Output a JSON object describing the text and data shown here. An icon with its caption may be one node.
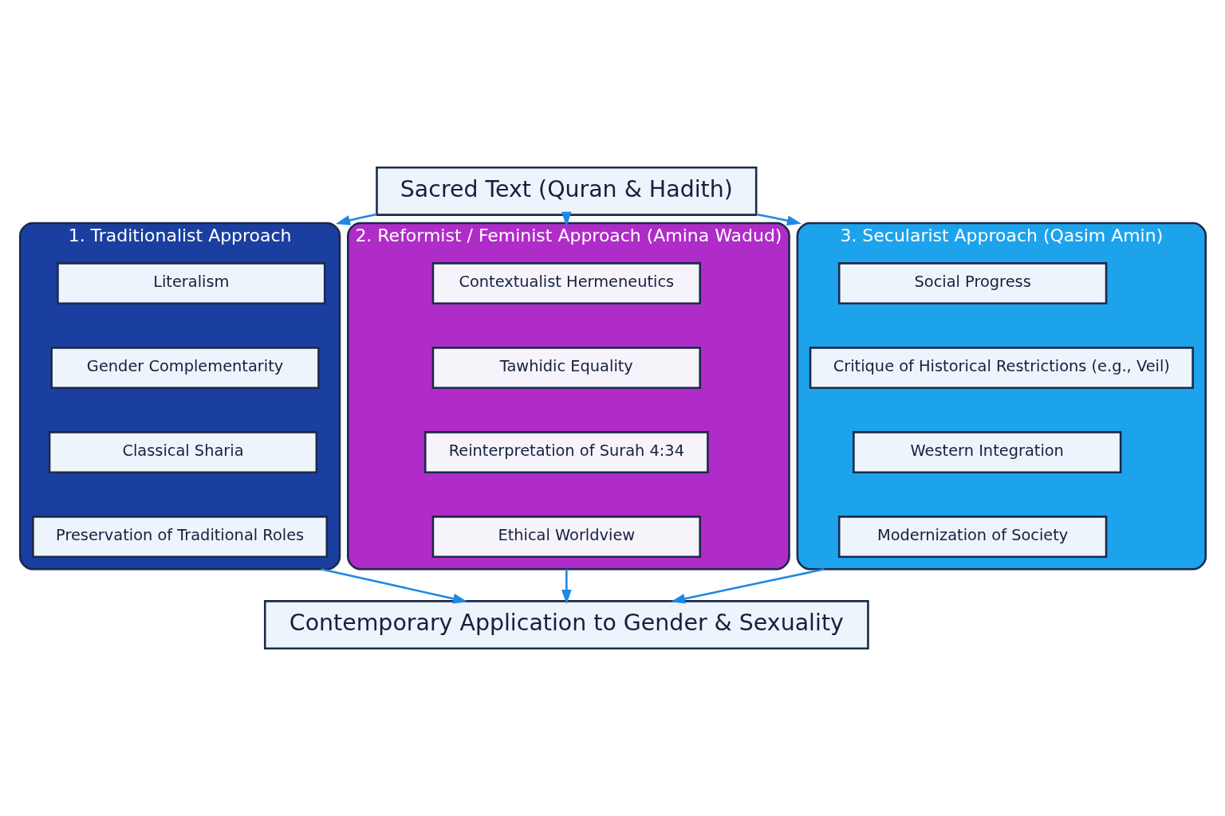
{
  "diagram": {
    "nodes": [
      {
        "text": [
          "Sacred Text (Quran & Hadith)"
        ]
      },
      {
        "text": [
          "1. Traditionalist Approach"
        ]
      },
      {
        "text": [
          "Literalism"
        ],
        "in": 1
      },
      {
        "text": [
          "Gender Complementarity"
        ],
        "in": 1
      },
      {
        "text": [
          "Classical Sharia"
        ],
        "in": 1
      },
      {
        "text": [
          "Preservation of Traditional Roles"
        ],
        "in": 1
      },
      {
        "text": [
          "2. Reformist / Feminist Approach (Amina Wadud)"
        ]
      },
      {
        "text": [
          "Contextualist Hermeneutics"
        ],
        "in": 6
      },
      {
        "text": [
          "Tawhidic Equality"
        ],
        "in": 6
      },
      {
        "text": [
          "Reinterpretation of Surah 4:34"
        ],
        "in": 6
      },
      {
        "text": [
          "Ethical Worldview"
        ],
        "in": 6
      },
      {
        "text": [
          "3. Secularist Approach (Qasim Amin)"
        ]
      },
      {
        "text": [
          "Social Progress"
        ],
        "in": 11
      },
      {
        "text": [
          "Critique of Historical Restrictions (e.g., Veil)"
        ],
        "in": 11
      },
      {
        "text": [
          "Western Integration"
        ],
        "in": 11
      },
      {
        "text": [
          "Modernization of Society"
        ],
        "in": 11
      },
      {
        "text": [
          "Contemporary Application to Gender & Sexuality"
        ]
      }
    ],
    "edges": [
      {
        "from": 0,
        "to": 1,
        "arrow": "to"
      },
      {
        "from": 0,
        "to": 6,
        "arrow": "to"
      },
      {
        "from": 0,
        "to": 11,
        "arrow": "to"
      },
      {
        "from": 1,
        "to": 16,
        "arrow": "to"
      },
      {
        "from": 6,
        "to": 16,
        "arrow": "to"
      },
      {
        "from": 11,
        "to": 16,
        "arrow": "to"
      }
    ]
  }
}
